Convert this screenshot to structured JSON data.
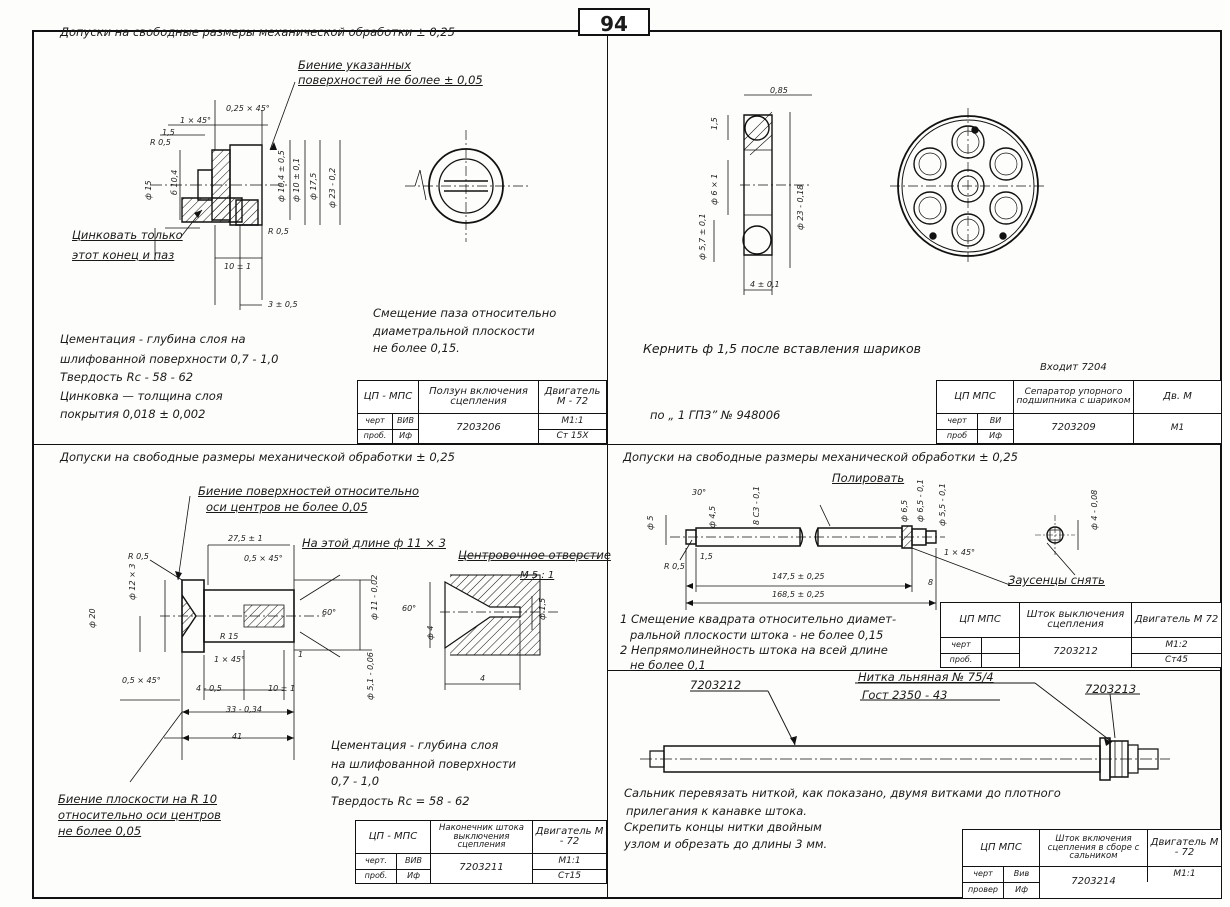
{
  "page_number": "94",
  "panels": {
    "p1": {
      "tolerance_note": "Допуски на свободные размеры механической обработки ± 0,25",
      "runout_note": [
        "Биение указанных",
        "поверхностей не более ± 0,05"
      ],
      "zinc_note": [
        "Цинковать только",
        "этот конец и паз"
      ],
      "groove_offset_note": [
        "Смещение паза относительно",
        "диаметральной плоскости",
        "не более 0,15."
      ],
      "specs": [
        "Цементация - глубина слоя на",
        "шлифованной поверхности 0,7 - 1,0",
        "Твердость Rc - 58 - 62",
        "Цинковка — толщина слоя",
        "покрытия 0,018 ± 0,002"
      ],
      "dims": [
        "1,5",
        "R 0,5",
        "1 × 45°",
        "0,25 × 45°",
        "ф 15",
        "б 10,4",
        "ф 10,4 ± 0,5",
        "ф 10 ± 0,1",
        "ф 17,5",
        "ф 23 - 0,2",
        "R 0,5",
        "10 ± 1",
        "3 ± 0,5"
      ],
      "title_block": {
        "org": "ЦП - МПС",
        "name": "Ползун включения сцепления",
        "product": "Двигатель М - 72",
        "row_draw": "черт",
        "row_check": "проб.",
        "sig1": "ВИВ",
        "sig2": "Иф",
        "number": "7203206",
        "scale": "М1:1",
        "material": "Ст 15Х"
      }
    },
    "p2": {
      "dims": [
        "0,85",
        "1,5",
        "ф 6 × 1",
        "ф 5,7 ± 0,1",
        "ф 23 - 0,18",
        "4 ± 0,1"
      ],
      "punch_note": "Кернить ф 1,5 после вставления шариков",
      "gpz_note": "по „ 1 ГПЗ” № 948006",
      "enters_note": "Входит 7204",
      "title_block": {
        "org": "ЦП МПС",
        "name": "Сепаратор упорного подшипника с шариком",
        "product": "Дв. М",
        "row_draw": "черт",
        "row_check": "проб",
        "sig1": "ВИ",
        "sig2": "Иф",
        "number": "7203209",
        "scale": "М1",
        "material": ""
      }
    },
    "p3": {
      "tolerance_note": "Допуски на свободные размеры механической обработки ± 0,25",
      "runout_note": [
        "Биение поверхностей относительно",
        "оси центров не более 0,05"
      ],
      "length_note": "На этой длине ф 11 × 3",
      "center_hole_note": "Центровочное отверстие",
      "center_scale": "М 5 : 1",
      "flat_runout_note": [
        "Биение плоскости на R 10",
        "относительно оси центров",
        "не более 0,05"
      ],
      "specs": [
        "Цементация - глубина слоя",
        "на шлифованной поверхности",
        "0,7 - 1,0",
        "Твердость Rc = 58 - 62"
      ],
      "dims": [
        "R 0,5",
        "ф 20",
        "ф 12 × 3",
        "27,5 ± 1",
        "0,5 × 45°",
        "R 15",
        "1 × 45°",
        "4 - 0,5",
        "10 ± 1",
        "0,5 × 45°",
        "33 - 0,34",
        "41",
        "60°",
        "ф 11 - 0,02",
        "ф 5,1 - 0,06",
        "1",
        "ф 4",
        "ф 1,5",
        "60°",
        "4"
      ],
      "title_block": {
        "org": "ЦП - МПС",
        "name": "Наконечник штока выключения сцепления",
        "product": "Двигатель М - 72",
        "row_draw": "черт.",
        "row_check": "проб.",
        "sig1": "ВИВ",
        "sig2": "Иф",
        "number": "7203211",
        "scale": "М1:1",
        "material": "Ст15"
      }
    },
    "p4": {
      "tolerance_note": "Допуски на свободные размеры механической обработки ± 0,25",
      "polish_note": "Полировать",
      "burr_note": "Заусенцы снять",
      "notes": [
        "1 Смещение квадрата относительно диамет-",
        "ральной плоскости штока - не более 0,15",
        "2 Непрямолинейность штока на всей длине",
        "не более 0,1"
      ],
      "dims": [
        "ф 5",
        "R 0,5",
        "1,5",
        "30°",
        "ф 4,5",
        "8 С3 - 0,1",
        "147,5 ± 0,25",
        "168,5 ± 0,25",
        "ф 6,5",
        "ф 6,5 - 0,1",
        "ф 5,5 - 0,1",
        "1 × 45°",
        "8",
        "ф 4 - 0,08"
      ],
      "title_block": {
        "org": "ЦП МПС",
        "name": "Шток выключения сцепления",
        "product": "Двигатель М 72",
        "row_draw": "черт",
        "row_check": "проб.",
        "sig1": "",
        "sig2": "",
        "number": "7203212",
        "scale": "М1:2",
        "material": "Ст45"
      }
    },
    "p5": {
      "thread_note": "Нитка льняная № 75/4",
      "gost_note": "Гост 2350 - 43",
      "part_a": "7203212",
      "part_b": "7203213",
      "instructions": [
        "Сальник перевязать ниткой, как показано, двумя витками до плотного",
        "прилегания к канавке штока.",
        "Скрепить концы нитки двойным",
        "узлом и обрезать до длины 3 мм."
      ],
      "title_block": {
        "org": "ЦП МПС",
        "name": "Шток включения сцепления в сборе с сальником",
        "product": "Двигатель М - 72",
        "row_draw": "черт",
        "row_check": "провер",
        "sig1": "Вив",
        "sig2": "Иф",
        "number": "7203214",
        "scale": "М1:1",
        "material": ""
      }
    }
  }
}
